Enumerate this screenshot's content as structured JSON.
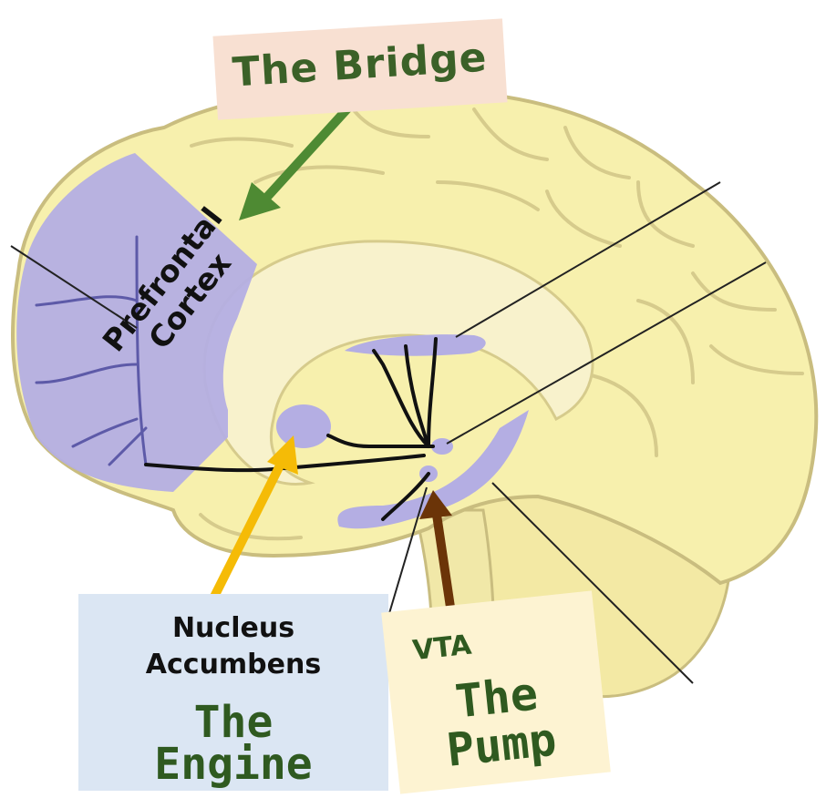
{
  "labels": {
    "bridge": "The Bridge",
    "prefrontal_line1": "Prefrontal",
    "prefrontal_line2": "Cortex",
    "nucleus_line1": "Nucleus",
    "nucleus_line2": "Accumbens",
    "engine_line1": "The",
    "engine_line2": "Engine",
    "vta": "VTA",
    "pump_line1": "The",
    "pump_line2": "Pump"
  },
  "colors": {
    "brain_fill": "#f7f0ad",
    "brain_line": "#c9bd7f",
    "highlight": "#b4aee3",
    "arrow_bridge": "#4e8a33",
    "arrow_engine": "#f5bb06",
    "arrow_pump": "#6b3408",
    "label_text": "#2f5a20"
  }
}
